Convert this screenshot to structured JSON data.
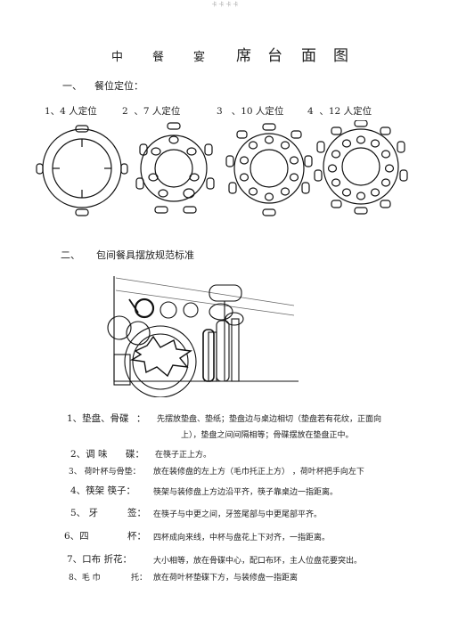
{
  "header": {
    "mark": "卡 卡 卡 卡"
  },
  "title": {
    "left_chars": [
      "中",
      "餐",
      "宴"
    ],
    "right_chars": [
      "席",
      "台",
      "面",
      "图"
    ]
  },
  "section1": {
    "number": "一、",
    "heading": "餐位定位："
  },
  "table_sizes": [
    {
      "num": "1、4",
      "label": "人定位"
    },
    {
      "num": "2",
      "label": "、7 人定位"
    },
    {
      "num": "3",
      "label": "、10 人定位"
    },
    {
      "num": "4",
      "label": "、12 人定位"
    }
  ],
  "section2": {
    "number": "二、",
    "heading": "包间餐具摆放规范标准"
  },
  "rules": [
    {
      "label": "1、垫盘、骨碟",
      "colon": "：",
      "text": "先摆放垫盘、垫纸；垫盘边与桌边相切（垫盘若有花纹，正面向",
      "text2": "上），垫盘之间间隔相等；骨碟摆放在垫盘正中。"
    },
    {
      "label": "2、调 味",
      "colon": "碟：",
      "text": "在筷子正上方。"
    },
    {
      "label": "3、 荷叶杯与骨垫：",
      "colon": "",
      "text": "放在装修盘的左上方（毛巾托正上方） ，荷叶杯把手向左下"
    },
    {
      "label": "4、筷架 筷子：",
      "colon": "",
      "text": "筷架与装修盘上方边沿平齐，筷子靠桌边一指距离。"
    },
    {
      "label": "5、 牙",
      "colon": "签：",
      "text": "在筷子与中更之间，牙签尾部与中更尾部平齐。"
    },
    {
      "label": "6、四",
      "colon": "杯：",
      "text": "四杯成向来线，中杯与盘花上下对齐，一指距离。"
    },
    {
      "label": "7、口布 折花：",
      "colon": "",
      "text": "大小相等，放在骨碟中心，配口布环，主人位盘花要突出。"
    },
    {
      "label": "8、毛 巾",
      "colon": "托：",
      "text": "放在荷叶杯垫碟下方，与装修盘一指距离"
    }
  ]
}
